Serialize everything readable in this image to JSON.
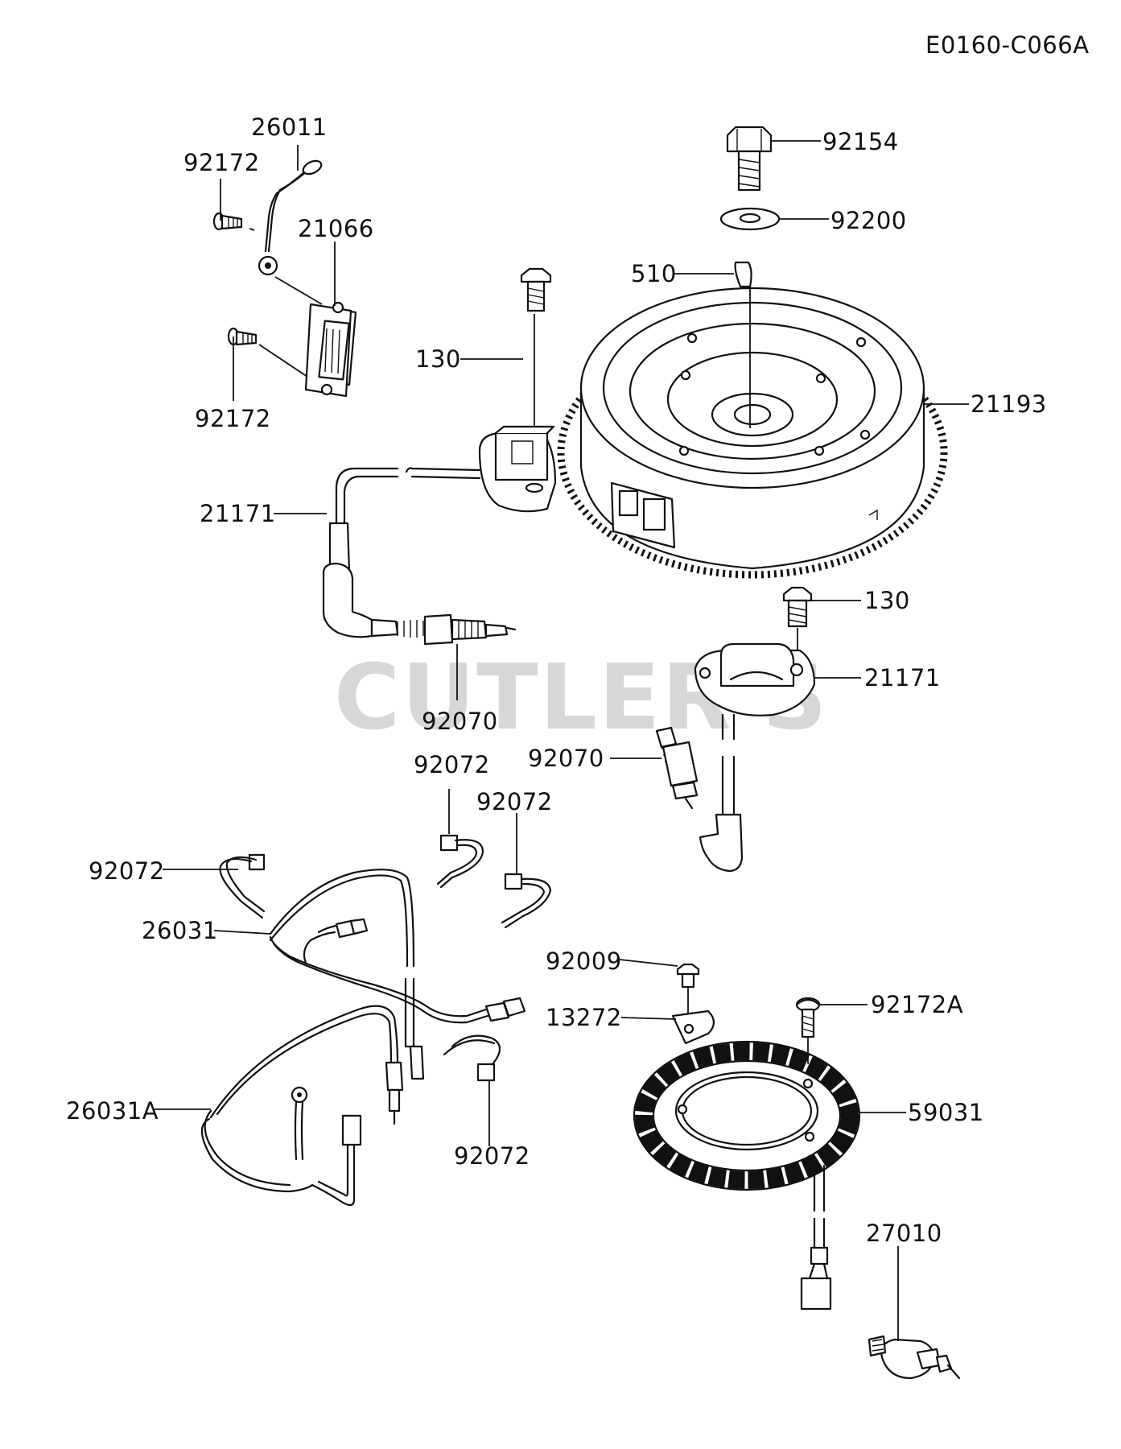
{
  "diagram": {
    "code": "E0160-C066A",
    "watermark": "CUTLER'S",
    "labels": {
      "p26011": "26011",
      "p92172_top": "92172",
      "p21066": "21066",
      "p92172_bottom": "92172",
      "p92154": "92154",
      "p92200": "92200",
      "p510": "510",
      "p130_top": "130",
      "p21193": "21193",
      "p21171_left": "21171",
      "p130_right": "130",
      "p21171_right": "21171",
      "p92070_left": "92070",
      "p92070_right": "92070",
      "p92072_a": "92072",
      "p92072_b": "92072",
      "p92072_c": "92072",
      "p92072_d": "92072",
      "p26031": "26031",
      "p26031A": "26031A",
      "p92009": "92009",
      "p13272": "13272",
      "p92172A": "92172A",
      "p59031": "59031",
      "p27010": "27010"
    }
  }
}
